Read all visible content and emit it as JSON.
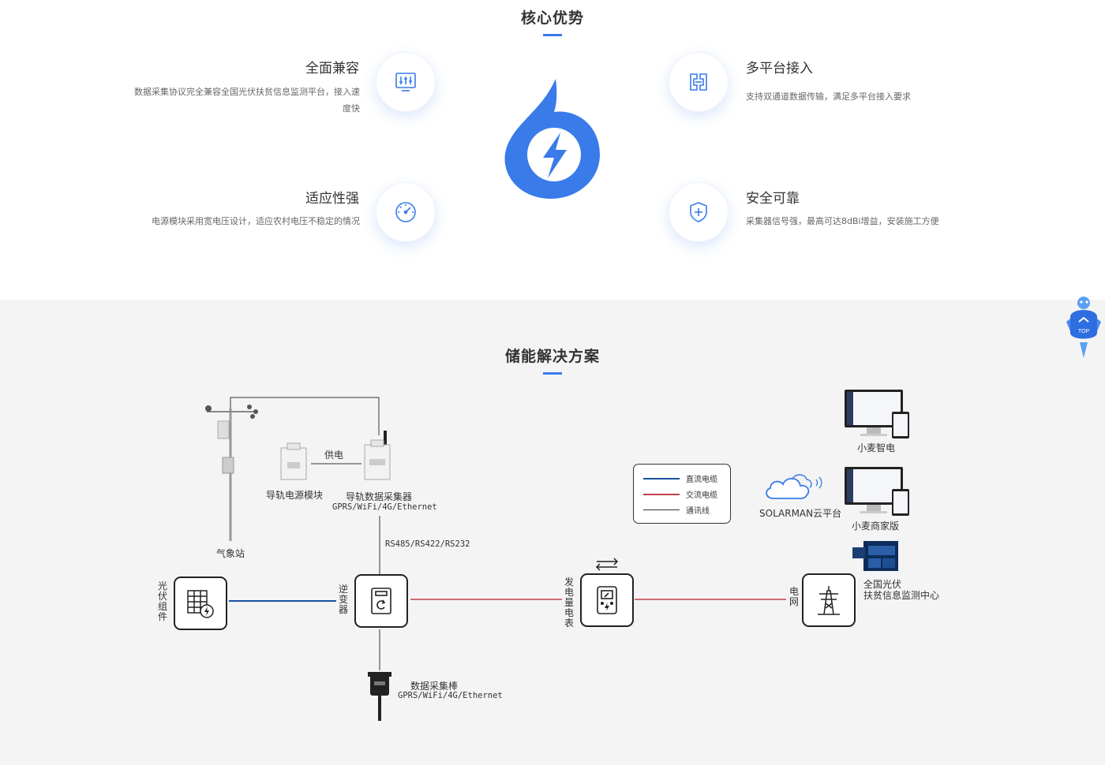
{
  "core": {
    "title": "核心优势",
    "features": [
      {
        "title": "全面兼容",
        "desc": "数据采集协议完全兼容全国光伏扶贫信息监测平台，接入速度快",
        "icon": "sliders-monitor-icon"
      },
      {
        "title": "多平台接入",
        "desc": "支持双通道数据传输，满足多平台接入要求",
        "icon": "multi-platform-icon"
      },
      {
        "title": "适应性强",
        "desc": "电源模块采用宽电压设计，适应农村电压不稳定的情况",
        "icon": "gauge-icon"
      },
      {
        "title": "安全可靠",
        "desc": "采集器信号强，最高可达8dBi增益，安装施工方便",
        "icon": "shield-plus-icon"
      }
    ],
    "logo_icon": "drop-lightning-logo",
    "accent": "#3a7bea"
  },
  "storage": {
    "title": "储能解决方案",
    "labels": {
      "weather_station": "气象站",
      "power_module": "导轨电源模块",
      "power_supply": "供电",
      "collector": "导轨数据采集器",
      "collector_protocol": "GPRS/WiFi/4G/Ethernet",
      "rs_protocol": "RS485/RS422/RS232",
      "pv_module": "光伏组件",
      "inverter": "逆变器",
      "meter": "发电量电表",
      "grid": "电网",
      "stick": "数据采集棒",
      "stick_protocol": "GPRS/WiFi/4G/Ethernet",
      "cloud": "SOLARMAN云平台",
      "app_smart": "小麦智电",
      "app_business": "小麦商家版",
      "monitor_center_1": "全国光伏",
      "monitor_center_2": "扶贫信息监测中心"
    },
    "legend": [
      {
        "label": "直流电缆",
        "color": "#1a4fa0"
      },
      {
        "label": "交流电缆",
        "color": "#c0404a"
      },
      {
        "label": "通讯线",
        "color": "#333333"
      }
    ]
  },
  "top_button": {
    "label": "TOP"
  }
}
